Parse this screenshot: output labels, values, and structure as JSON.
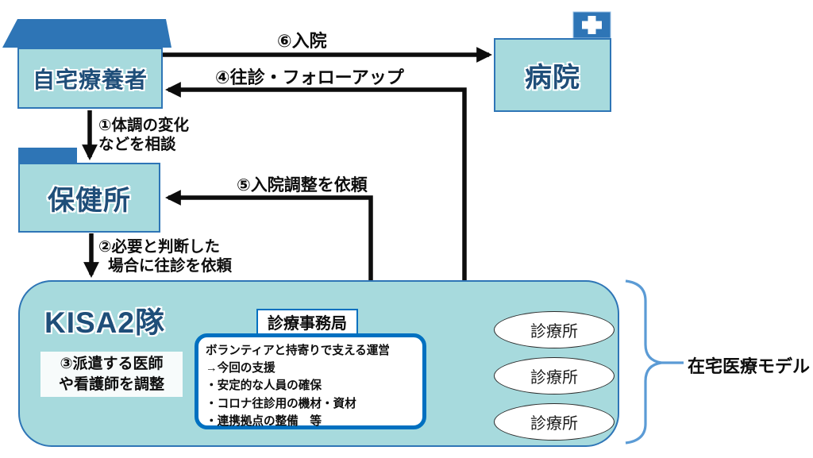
{
  "nodes": {
    "home": {
      "label": "自宅療養者"
    },
    "hospital": {
      "label": "病院"
    },
    "health_center": {
      "label": "保健所"
    },
    "kisa2": {
      "title": "KISA2隊",
      "note3_line1": "③派遣する医師",
      "note3_line2": "や看護師を調整"
    },
    "office": {
      "label": "診療事務局",
      "lines": [
        "ボランティアと持寄りで支える運営",
        "→今回の支援",
        "・安定的な人員の確保",
        "・コロナ往診用の機材・資材",
        "・連携拠点の整備　等"
      ]
    },
    "clinics": [
      "診療所",
      "診療所",
      "診療所"
    ]
  },
  "arrows": {
    "a1": {
      "line1": "①体調の変化",
      "line2": "などを相談"
    },
    "a2": {
      "line1": "②必要と判断した",
      "line2": "場合に往診を依頼"
    },
    "a4": {
      "label": "④往診・フォローアップ"
    },
    "a5": {
      "label": "⑤入院調整を依頼"
    },
    "a6": {
      "label": "⑥入院"
    }
  },
  "bracket": {
    "label": "在宅医療モデル"
  },
  "colors": {
    "primary_blue": "#2e75b6",
    "box_fill": "#a7dadd",
    "title_text": "#1f4e79",
    "strong_blue": "#0070c0",
    "brace_blue": "#5b9bd5",
    "arrow_black": "#0d0d0d"
  }
}
